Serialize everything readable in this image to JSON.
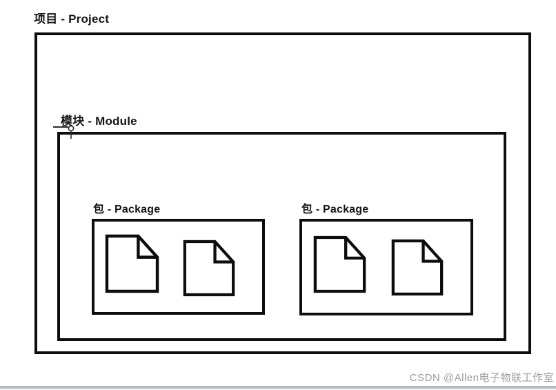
{
  "diagram": {
    "project": {
      "label": "项目 - Project"
    },
    "module": {
      "label": "模块 - Module"
    },
    "packages": [
      {
        "label": "包 - Package",
        "document_count": 2
      },
      {
        "label": "包 - Package",
        "document_count": 2
      }
    ]
  },
  "icons": {
    "document": "document-with-folded-corner",
    "cursor": "text-insert-cursor"
  },
  "watermark": {
    "text": "CSDN @Allen电子物联工作室",
    "color": "#9b9b9b"
  },
  "colors": {
    "line": "#0d0d0d",
    "background": "#ffffff",
    "bottom_edge": "#b5bcc7"
  }
}
